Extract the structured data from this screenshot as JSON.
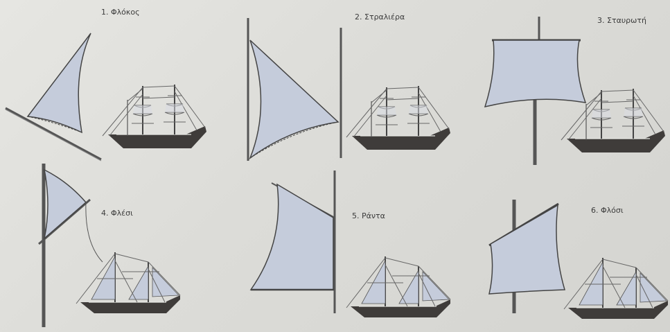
{
  "figure": {
    "panels": [
      {
        "number": "1.",
        "label": "1. Φλόκος",
        "sail_icon": "jib-sail-icon",
        "ship_icon": "barque-ship-icon"
      },
      {
        "number": "2.",
        "label": "2. Στραλιέρα",
        "sail_icon": "staysail-icon",
        "ship_icon": "barque-ship-icon"
      },
      {
        "number": "3.",
        "label": "3. Σταυρωτή",
        "sail_icon": "square-sail-icon",
        "ship_icon": "brigantine-ship-icon"
      },
      {
        "number": "4.",
        "label": "4. Φλέσι",
        "sail_icon": "topsail-icon",
        "ship_icon": "schooner-ship-icon"
      },
      {
        "number": "5.",
        "label": "5. Ράντα",
        "sail_icon": "spanker-sail-icon",
        "ship_icon": "ketch-ship-icon"
      },
      {
        "number": "6.",
        "label": "6. Φλόσι",
        "sail_icon": "lug-sail-icon",
        "ship_icon": "schooner-ship-icon"
      }
    ]
  },
  "colors": {
    "paper": "#e2e2de",
    "sail_fill": "#c5ccdb",
    "ink": "#3a3a3a",
    "hull": "#3f3c3a"
  }
}
